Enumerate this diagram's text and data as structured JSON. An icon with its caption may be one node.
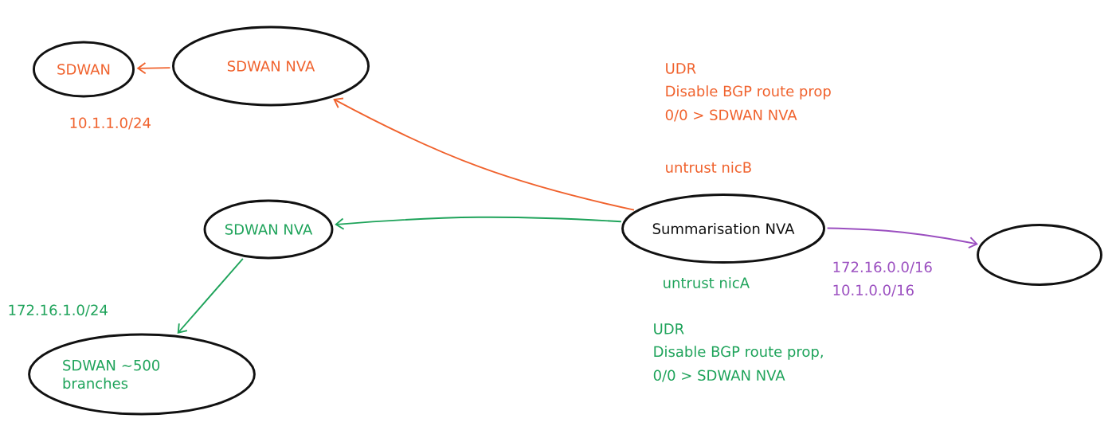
{
  "diagram": {
    "nodes": [
      {
        "text": [
          "SDWAN"
        ]
      },
      {
        "text": [
          "SDWAN NVA"
        ]
      },
      {
        "text": [
          "Summarisation NVA"
        ]
      },
      {
        "text": [],
        "shape": "circle"
      },
      {
        "text": [
          "SDWAN NVA"
        ]
      },
      {
        "text": [
          "SDWAN ~500 branches"
        ]
      }
    ],
    "edges": [
      {
        "from": 1,
        "to": 0,
        "arrow": "to",
        "color": "#f0622d"
      },
      {
        "from": 2,
        "to": 1,
        "arrow": "to",
        "color": "#f0622d"
      },
      {
        "from": 2,
        "to": 3,
        "arrow": "to",
        "color": "#9b4fc0"
      },
      {
        "from": 2,
        "to": 4,
        "arrow": "to",
        "color": "#1ea35a"
      },
      {
        "from": 4,
        "to": 5,
        "arrow": "to",
        "color": "#1ea35a"
      }
    ],
    "labels": [
      "UDR",
      "Disable BGP route prop",
      "0/0 > SDWAN NVA",
      "10.1.1.0/24",
      "untrust nicB",
      "172.16.0.0/16",
      "untrust nicA",
      "10.1.0.0/16",
      "172.16.1.0/24",
      "UDR",
      "Disable BGP route prop,",
      "0/0 > SDWAN NVA"
    ]
  }
}
